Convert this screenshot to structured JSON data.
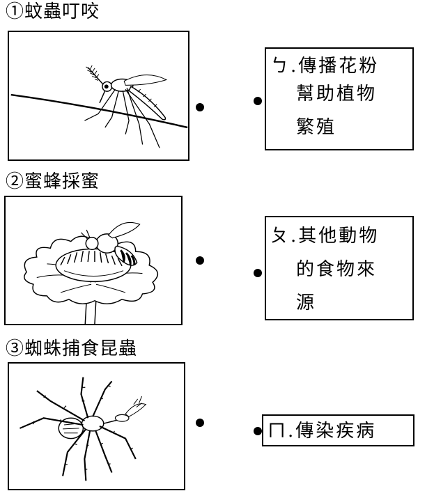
{
  "items": [
    {
      "label": "①蚊蟲叮咬",
      "picture": "mosquito-biting"
    },
    {
      "label": "②蜜蜂採蜜",
      "picture": "bee-on-flower"
    },
    {
      "label": "③蜘蛛捕食昆蟲",
      "picture": "spider-eating-insect"
    }
  ],
  "answers": [
    {
      "lines": [
        "ㄅ.傳播花粉",
        "幫助植物",
        "繁殖"
      ]
    },
    {
      "lines": [
        "ㄆ.其他動物",
        "的食物來",
        "源"
      ]
    },
    {
      "lines": [
        "ㄇ.傳染疾病"
      ]
    }
  ]
}
